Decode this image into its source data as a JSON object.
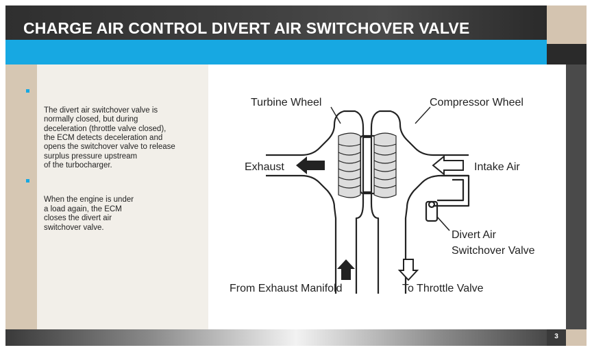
{
  "slide": {
    "title": "CHARGE AIR CONTROL DIVERT AIR SWITCHOVER VALVE",
    "page_number": "3"
  },
  "bullets": [
    {
      "text": "The divert air switchover valve is\nnormally closed, but during\ndeceleration (throttle valve closed),\nthe ECM detects deceleration and\nopens the switchover valve to release\nsurplus pressure upstream\nof the turbocharger."
    },
    {
      "text": "When the engine is under\na load again, the ECM\ncloses the divert air\nswitchover valve."
    }
  ],
  "diagram": {
    "labels": {
      "turbine_wheel": "Turbine Wheel",
      "compressor_wheel": "Compressor Wheel",
      "exhaust": "Exhaust",
      "intake_air": "Intake Air",
      "divert_air_line1": "Divert Air",
      "divert_air_line2": "Switchover Valve",
      "from_exhaust_manifold": "From Exhaust Manifold",
      "to_throttle_valve": "To Throttle Valve"
    }
  },
  "colors": {
    "accent_blue": "#17a8e2",
    "title_dark": "#333333",
    "tan": "#d6c7b3"
  }
}
